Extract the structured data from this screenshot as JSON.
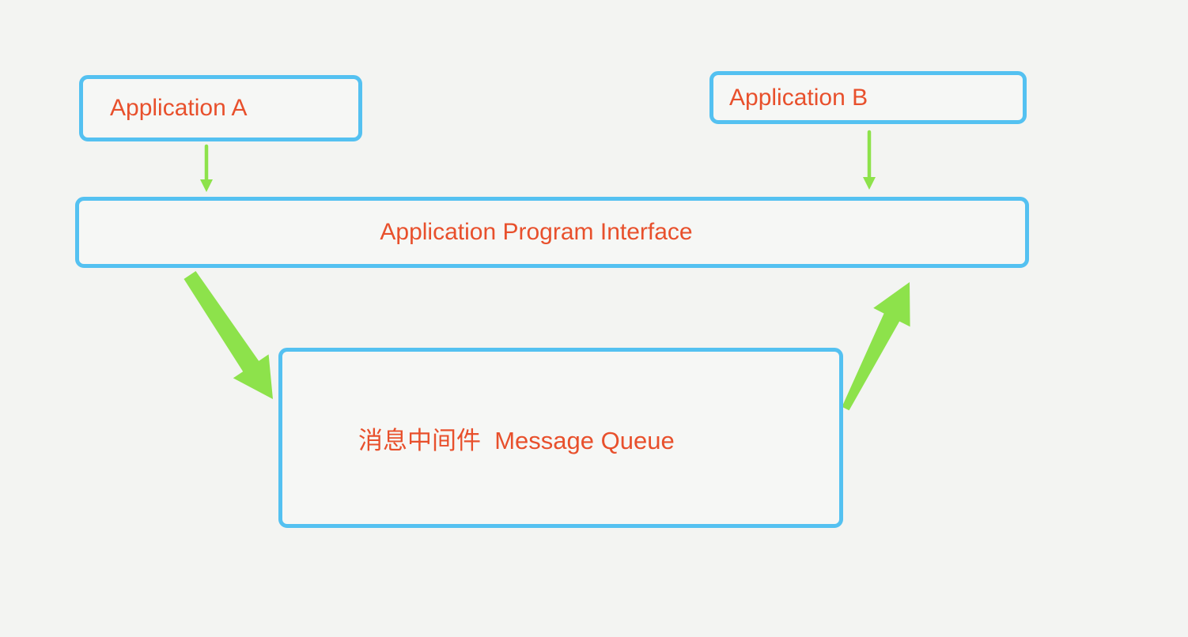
{
  "diagram": {
    "nodes": {
      "app_a": {
        "label": "Application A"
      },
      "app_b": {
        "label": "Application B"
      },
      "api": {
        "label": "Application Program Interface"
      },
      "mq": {
        "label": "消息中间件  Message Queue"
      }
    },
    "arrows": [
      {
        "name": "app-a-to-api",
        "from": "app_a",
        "to": "api",
        "style": "thin-straight-down"
      },
      {
        "name": "app-b-to-api",
        "from": "app_b",
        "to": "api",
        "style": "thin-straight-down"
      },
      {
        "name": "api-to-mq",
        "from": "api",
        "to": "mq",
        "style": "thick-tapered-diagonal"
      },
      {
        "name": "mq-to-api",
        "from": "mq",
        "to": "api",
        "style": "thick-tapered-diagonal"
      }
    ],
    "colors": {
      "node_border": "#54C1F1",
      "node_fill": "#F6F7F5",
      "label_text": "#E8502C",
      "arrow": "#8DE24B",
      "background": "#F3F4F2"
    }
  }
}
